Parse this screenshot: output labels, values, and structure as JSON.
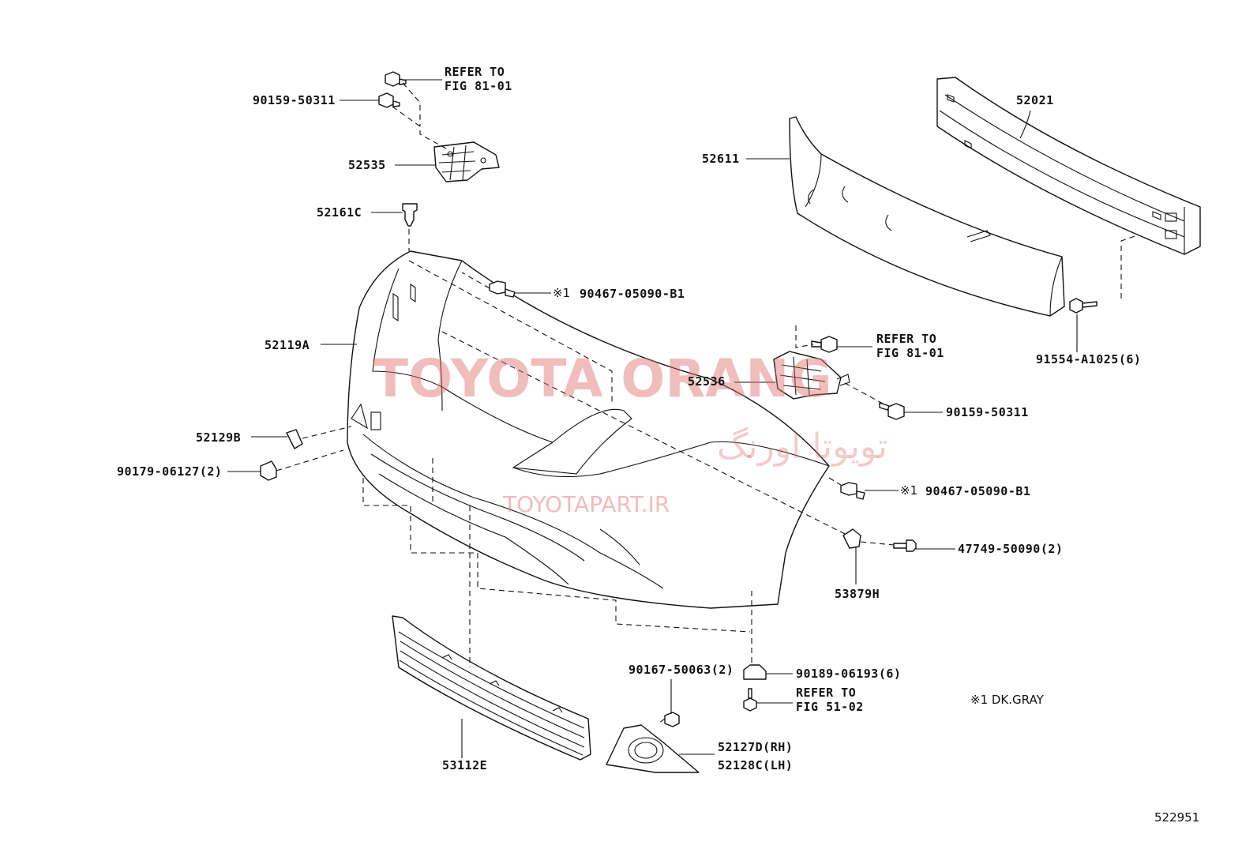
{
  "diagram": {
    "parts": {
      "p52535": "52535",
      "p52161C": "52161C",
      "p52119A": "52119A",
      "p52129B": "52129B",
      "p52611": "52611",
      "p52021": "52021",
      "p52536": "52536",
      "p53879H": "53879H",
      "p53112E": "53112E",
      "p52127D": "52127D(RH)",
      "p52128C": "52128C(LH)"
    },
    "fasteners": {
      "f90159_top": "90159-50311",
      "f90159_right": "90159-50311",
      "f90467_top": "90467-05090-B1",
      "f90467_right": "90467-05090-B1",
      "f91554": "91554-A1025(6)",
      "f90179": "90179-06127(2)",
      "f47749": "47749-50090(2)",
      "f90167": "90167-50063(2)",
      "f90189": "90189-06193(6)"
    },
    "refs": {
      "top": [
        "REFER TO",
        "FIG 81-01"
      ],
      "right": [
        "REFER TO",
        "FIG 81-01"
      ],
      "bottom": [
        "REFER TO",
        "FIG 51-02"
      ]
    },
    "mark_symbol": "※1",
    "legend": "※1 DK.GRAY",
    "figure_id": "522951"
  },
  "watermark": {
    "brand": "TOYOTA ORANG",
    "persian": "تویوتا اورنگ",
    "url": "TOYOTAPART.IR"
  }
}
